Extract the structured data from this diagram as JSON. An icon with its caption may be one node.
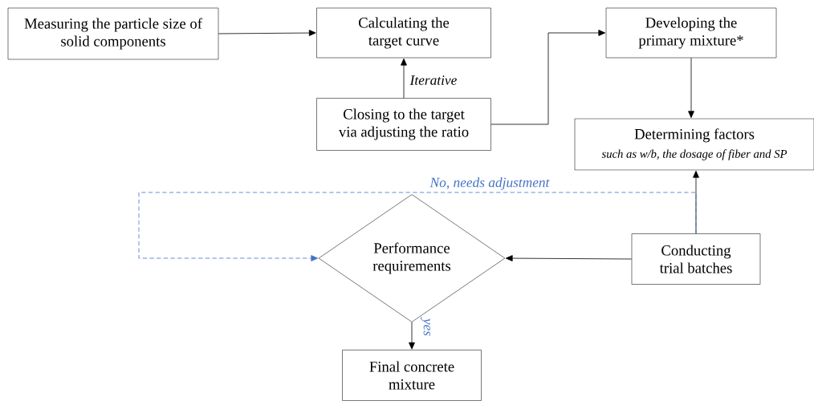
{
  "diagram": {
    "nodes": [
      {
        "text": [
          "Measuring the particle size of solid components"
        ]
      },
      {
        "text": [
          "Calculating the target curve"
        ]
      },
      {
        "text": [
          "Developing the primary mixture*"
        ]
      },
      {
        "text": [
          "Closing to the target via adjusting the ratio"
        ]
      },
      {
        "text": [
          "Determining factors",
          "such as w/b, the dosage of fiber and SP"
        ]
      },
      {
        "text": [
          "Conducting trial batches"
        ]
      },
      {
        "text": [
          "Performance requirements"
        ]
      },
      {
        "text": [
          "Final concrete mixture"
        ]
      }
    ],
    "edges": [
      {
        "from": 0,
        "to": 1,
        "arrow": "to"
      },
      {
        "from": 3,
        "to": 1,
        "arrow": "to",
        "label": "Iterative"
      },
      {
        "from": 3,
        "to": 2,
        "arrow": "to"
      },
      {
        "from": 2,
        "to": 4,
        "arrow": "to"
      },
      {
        "from": 5,
        "to": 4,
        "arrow": "to"
      },
      {
        "from": 5,
        "to": 6,
        "arrow": "to"
      },
      {
        "from": 5,
        "to": 6,
        "arrow": "to",
        "label": "No, needs adjustment",
        "style": "dashed",
        "color": "#4472c4"
      },
      {
        "from": 6,
        "to": 7,
        "arrow": "to",
        "label": "yes"
      }
    ]
  }
}
